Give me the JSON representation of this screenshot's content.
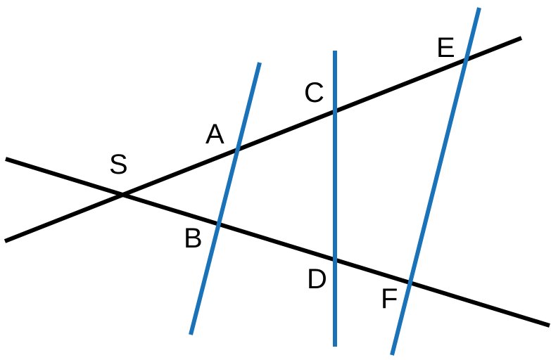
{
  "colors": {
    "background": "#ffffff",
    "rays": "#000000",
    "parallels": "#1a73b8"
  },
  "points": {
    "S": "S",
    "A": "A",
    "B": "B",
    "C": "C",
    "D": "D",
    "E": "E",
    "F": "F"
  }
}
